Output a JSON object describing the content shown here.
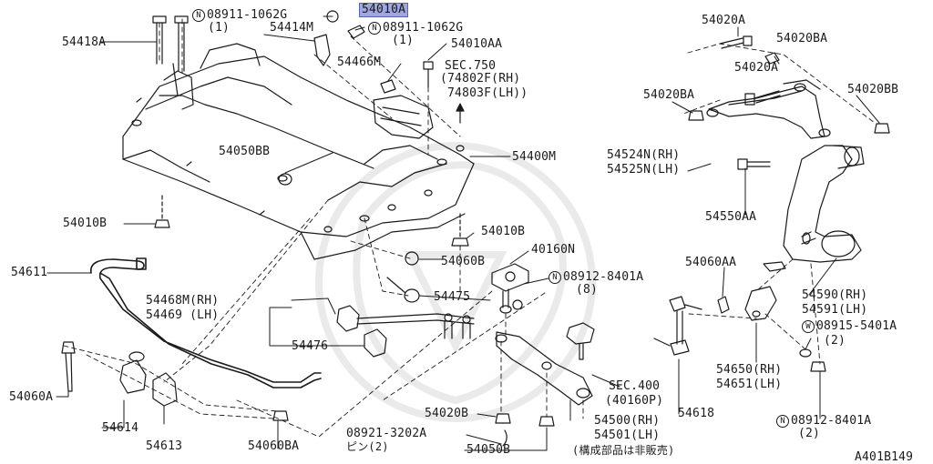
{
  "diagram_id": "A401B149",
  "colors": {
    "ink": "#1a1a1a",
    "highlight": "#9fa6e0",
    "highlight_border": "#5a63b8"
  },
  "labels": {
    "p08911_1062g_a": "08911-1062G",
    "p08911_1062g_a_qty": "(1)",
    "p54010a": "54010A",
    "p54414m": "54414M",
    "p08911_1062g_b": "08911-1062G",
    "p08911_1062g_b_qty": "(1)",
    "p54418a": "54418A",
    "p54010aa": "54010AA",
    "p54466m": "54466M",
    "sec750": "SEC.750",
    "sec750_rh": "(74802F(RH)",
    "sec750_lh": " 74803F(LH))",
    "p54050bb": "54050BB",
    "p54400m": "54400M",
    "p54010b_left": "54010B",
    "p54010b_right": "54010B",
    "p40160n": "40160N",
    "p54060b": "54060B",
    "p54611": "54611",
    "p08912_8401a_a": "08912-8401A",
    "p08912_8401a_a_qty": "(8)",
    "p54468m": "54468M(RH)",
    "p54469": "54469 (LH)",
    "p54475": "54475",
    "p54476": "54476",
    "p54060a": "54060A",
    "p54614": "54614",
    "p54613": "54613",
    "p54060ba": "54060BA",
    "p54020b": "54020B",
    "p08921_3202a": "08921-3202A",
    "pin_note": "ピン(2)",
    "p54050b": "54050B",
    "p54500": "54500(RH)",
    "p54501": "54501(LH)",
    "not_sold_note": "(構成部品は非販売)",
    "sec400": "SEC.400",
    "sec400_ref": "(40160P)",
    "p54618": "54618",
    "p54020a_top": "54020A",
    "p54020ba_top": "54020BA",
    "p54020a_mid": "54020A",
    "p54020ba_left": "54020BA",
    "p54020bb": "54020BB",
    "p54524n": "54524N(RH)",
    "p54525n": "54525N(LH)",
    "p54550aa": "54550AA",
    "p54060aa": "54060AA",
    "p54590": "54590(RH)",
    "p54591": "54591(LH)",
    "p08915_5401a": "08915-5401A",
    "p08915_5401a_qty": "(2)",
    "p54650": "54650(RH)",
    "p54651": "54651(LH)",
    "p08912_8401a_b": "08912-8401A",
    "p08912_8401a_b_qty": "(2)",
    "badge_n": "N",
    "badge_w": "W"
  }
}
